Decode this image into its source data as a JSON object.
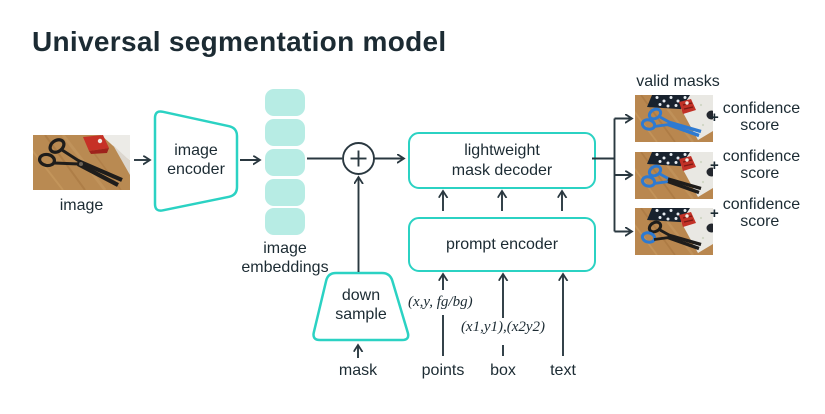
{
  "title": "Universal segmentation model",
  "colors": {
    "accent_teal": "#2bd2c3",
    "embedding_fill": "#b7ece4",
    "text_dark": "#1c2b33",
    "mask_highlight_blue": "#2e7ad1"
  },
  "pipeline": {
    "image_label": "image",
    "image_encoder_label": "image encoder",
    "embeddings_label": "image embeddings",
    "embeddings_count": 5,
    "mask_decoder_label": "lightweight mask decoder",
    "prompt_encoder_label": "prompt encoder",
    "down_sample_label": "down sample"
  },
  "prompts": {
    "mask_label": "mask",
    "points_label": "points",
    "points_annotation": "(x,y, fg/bg)",
    "box_label": "box",
    "box_annotation": "(x1,y1),(x2y2)",
    "text_label": "text"
  },
  "outputs": {
    "valid_masks_label": "valid masks",
    "rows": [
      {
        "plus": "+",
        "label": "confidence score"
      },
      {
        "plus": "+",
        "label": "confidence score"
      },
      {
        "plus": "+",
        "label": "confidence score"
      }
    ]
  }
}
